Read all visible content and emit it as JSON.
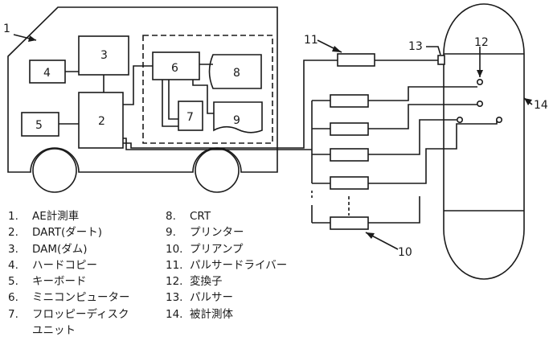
{
  "diagram": {
    "labels": {
      "truck": "1",
      "display_unit": "3",
      "hard_copy": "4",
      "keyboard": "5",
      "dart": "2",
      "minicomputer": "6",
      "floppy": "7",
      "crt": "8",
      "printer": "9",
      "preamp": "10",
      "pulser_driver": "11",
      "transducer": "12",
      "pulser": "13",
      "vessel": "14"
    }
  },
  "legend": {
    "left": [
      {
        "num": "1.",
        "text": "AE計測車"
      },
      {
        "num": "2.",
        "text": "DART(ダート)"
      },
      {
        "num": "3.",
        "text": "DAM(ダム)"
      },
      {
        "num": "4.",
        "text": "ハードコピー"
      },
      {
        "num": "5.",
        "text": "キーボード"
      },
      {
        "num": "6.",
        "text": "ミニコンピューター"
      },
      {
        "num": "7.",
        "text": "フロッピーディスク",
        "text2": "ユニット"
      }
    ],
    "right": [
      {
        "num": "8.",
        "text": "CRT"
      },
      {
        "num": "9.",
        "text": "プリンター"
      },
      {
        "num": "10.",
        "text": "プリアンプ"
      },
      {
        "num": "11.",
        "text": "パルサードライバー"
      },
      {
        "num": "12.",
        "text": "変換子"
      },
      {
        "num": "13.",
        "text": "パルサー"
      },
      {
        "num": "14.",
        "text": "被計測体"
      }
    ]
  }
}
